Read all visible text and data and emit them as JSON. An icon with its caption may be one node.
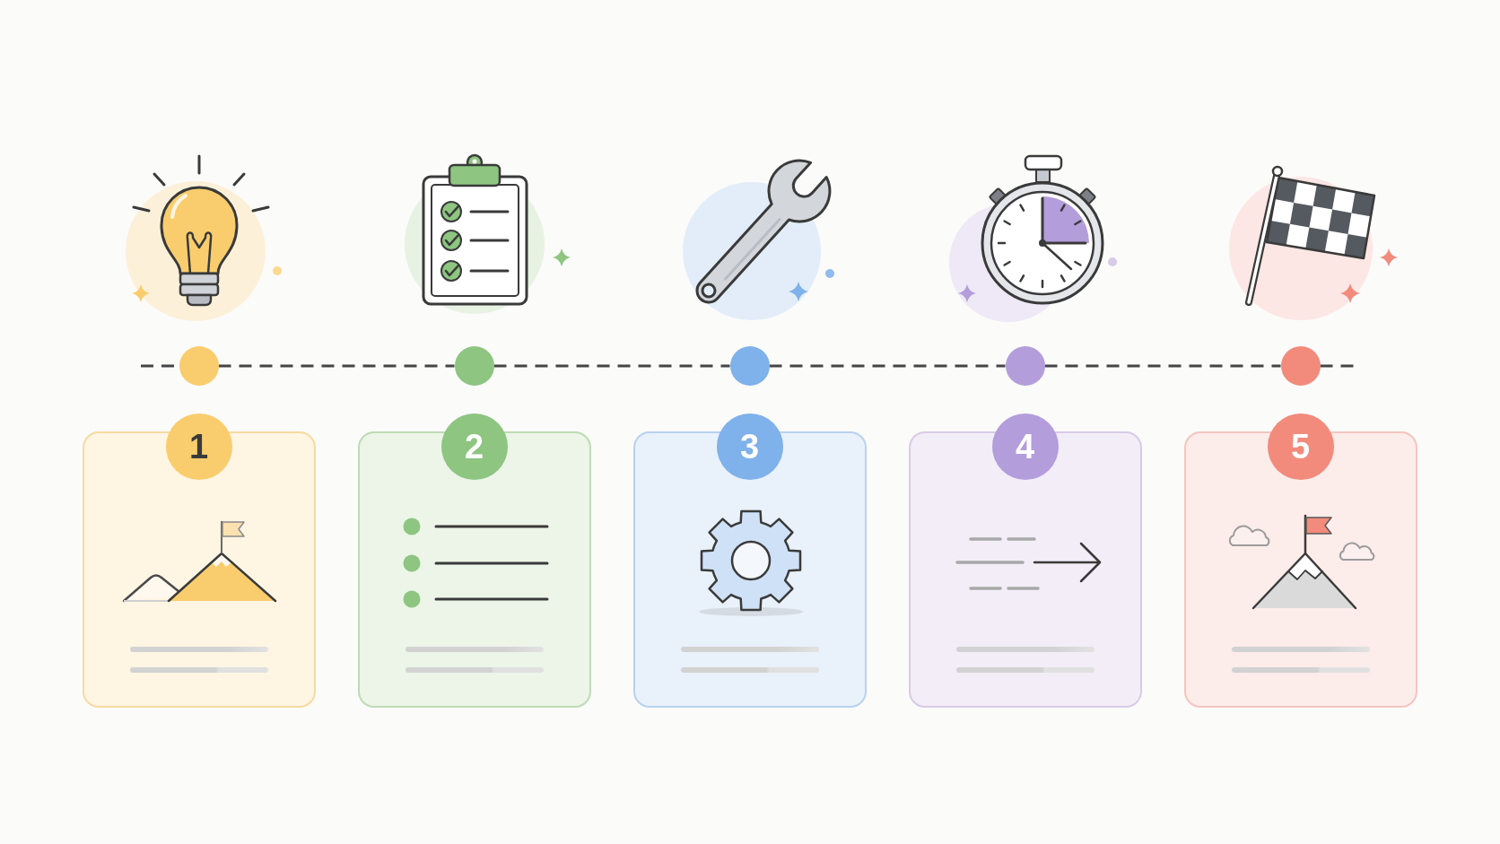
{
  "diagram": {
    "nodes": [
      {
        "text": [],
        "shape": "circle"
      },
      {
        "text": [],
        "shape": "circle"
      },
      {
        "text": [],
        "shape": "circle"
      },
      {
        "text": [],
        "shape": "circle"
      },
      {
        "text": [],
        "shape": "circle"
      },
      {
        "text": [
          "1"
        ]
      },
      {
        "text": [
          "2"
        ]
      },
      {
        "text": [
          "3"
        ]
      },
      {
        "text": [
          "4"
        ]
      },
      {
        "text": [
          "5"
        ]
      }
    ],
    "edges": [
      {
        "from": null,
        "to": 0,
        "arrow": "none",
        "style": "dashed"
      },
      {
        "from": 0,
        "to": 1,
        "arrow": "none",
        "style": "dashed"
      },
      {
        "from": 1,
        "to": 2,
        "arrow": "none",
        "style": "dashed"
      },
      {
        "from": 2,
        "to": 3,
        "arrow": "none",
        "style": "dashed"
      },
      {
        "from": 3,
        "to": 4,
        "arrow": "none",
        "style": "dashed"
      },
      {
        "from": 4,
        "to": null,
        "arrow": "none",
        "style": "dashed"
      }
    ]
  }
}
